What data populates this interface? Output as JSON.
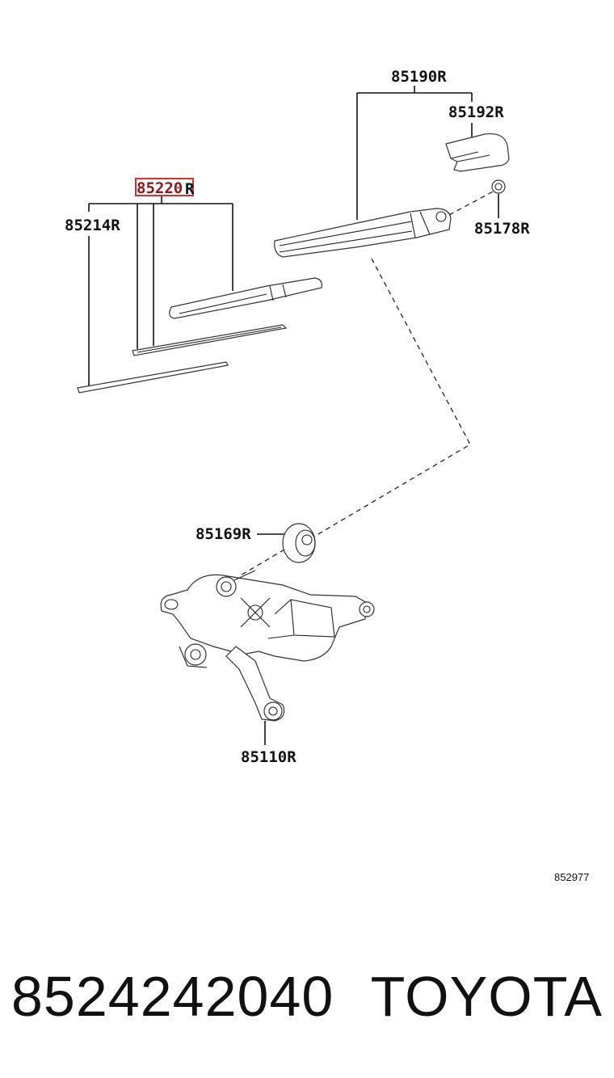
{
  "diagram": {
    "labels": {
      "p85190": "85190R",
      "p85192": "85192R",
      "p85220": "85220",
      "p85220_suffix": "R",
      "p85214": "85214R",
      "p85178": "85178R",
      "p85169": "85169R",
      "p85110": "85110R"
    },
    "highlight_color": "#d93030",
    "diagram_id": "852977"
  },
  "footer": {
    "part_number": "8524242040",
    "brand": "TOYOTA"
  }
}
